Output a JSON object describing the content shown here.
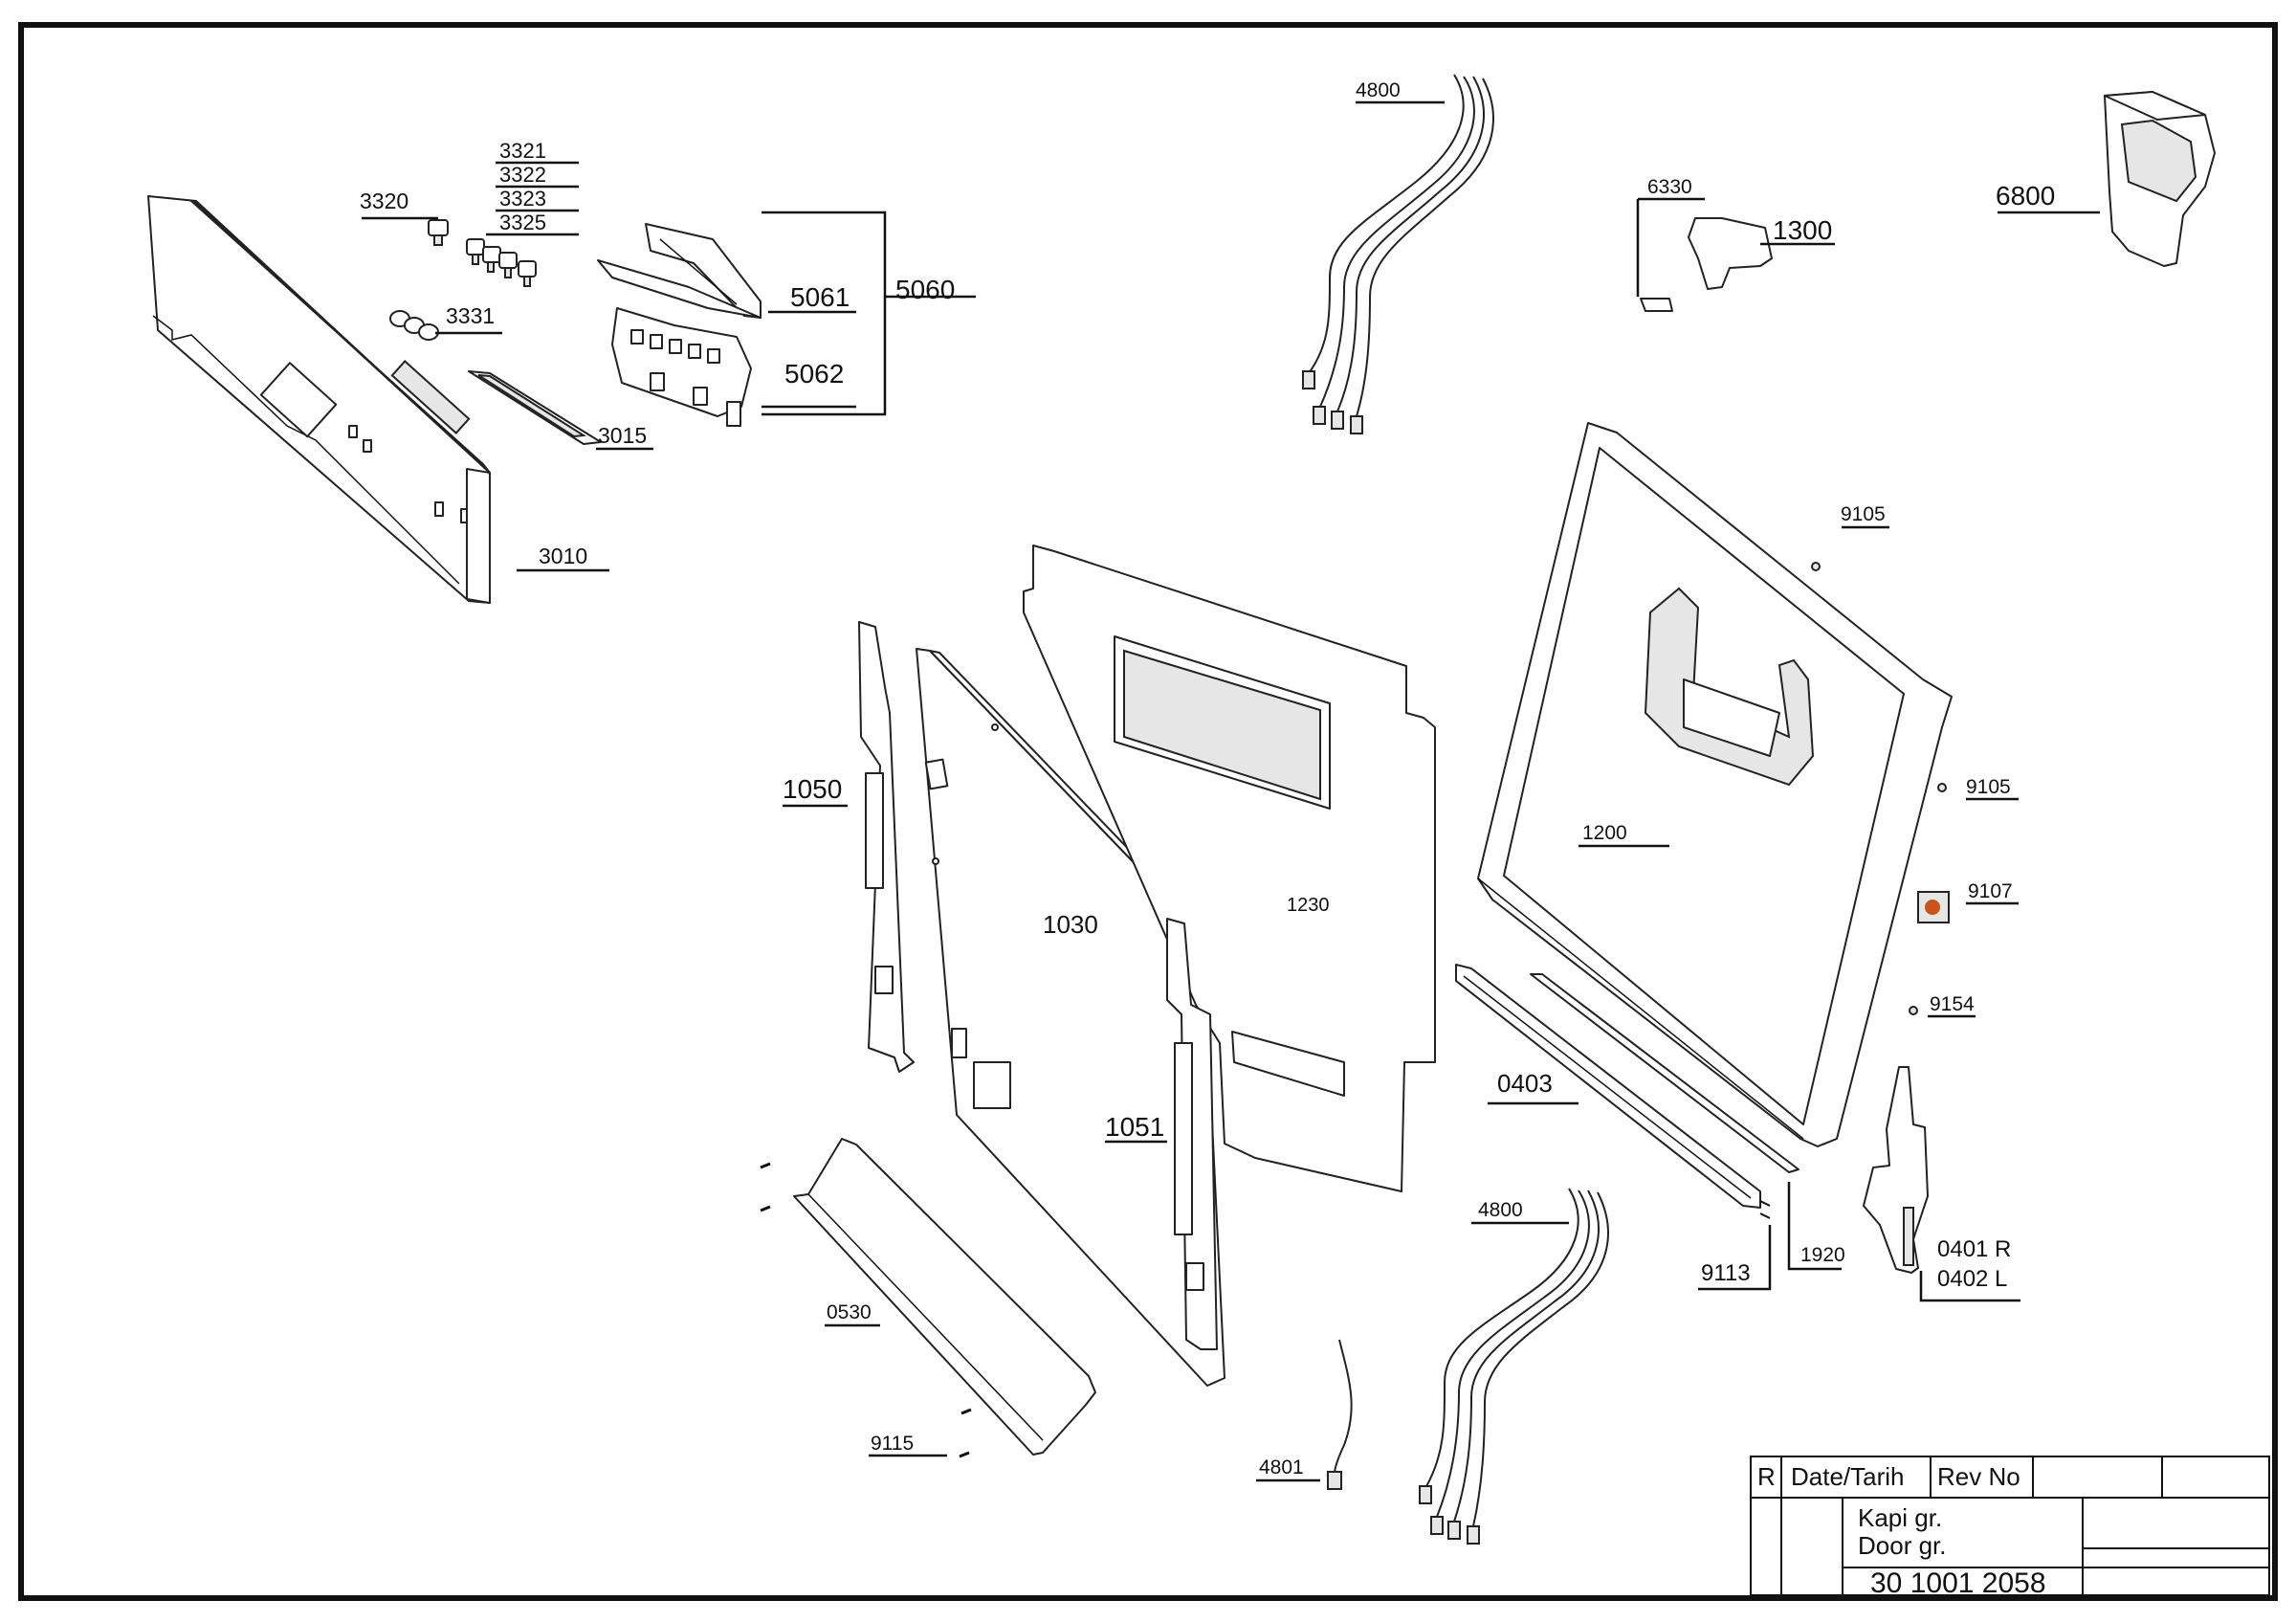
{
  "parts": {
    "p4800a": "4800",
    "p6330": "6330",
    "p1300": "1300",
    "p6800": "6800",
    "p3321": "3321",
    "p3322": "3322",
    "p3323": "3323",
    "p3325": "3325",
    "p3320": "3320",
    "p3331": "3331",
    "p5061": "5061",
    "p5060": "5060",
    "p5062": "5062",
    "p3015": "3015",
    "p3010": "3010",
    "p9105a": "9105",
    "p9105b": "9105",
    "p1200": "1200",
    "p9107": "9107",
    "p9154": "9154",
    "p1050": "1050",
    "p1030": "1030",
    "p1230": "1230",
    "p1051": "1051",
    "p0403": "0403",
    "p4800b": "4800",
    "p1920": "1920",
    "p9113": "9113",
    "p0401": "0401 R",
    "p0402": "0402 L",
    "p0530": "0530",
    "p9115": "9115",
    "p4801": "4801"
  },
  "title_block": {
    "col_r": "R",
    "col_date": "Date/Tarih",
    "col_rev": "Rev No",
    "name_tr": "Kapi gr.",
    "name_en": "Door gr.",
    "drawing_no": "30 1001 2058"
  }
}
